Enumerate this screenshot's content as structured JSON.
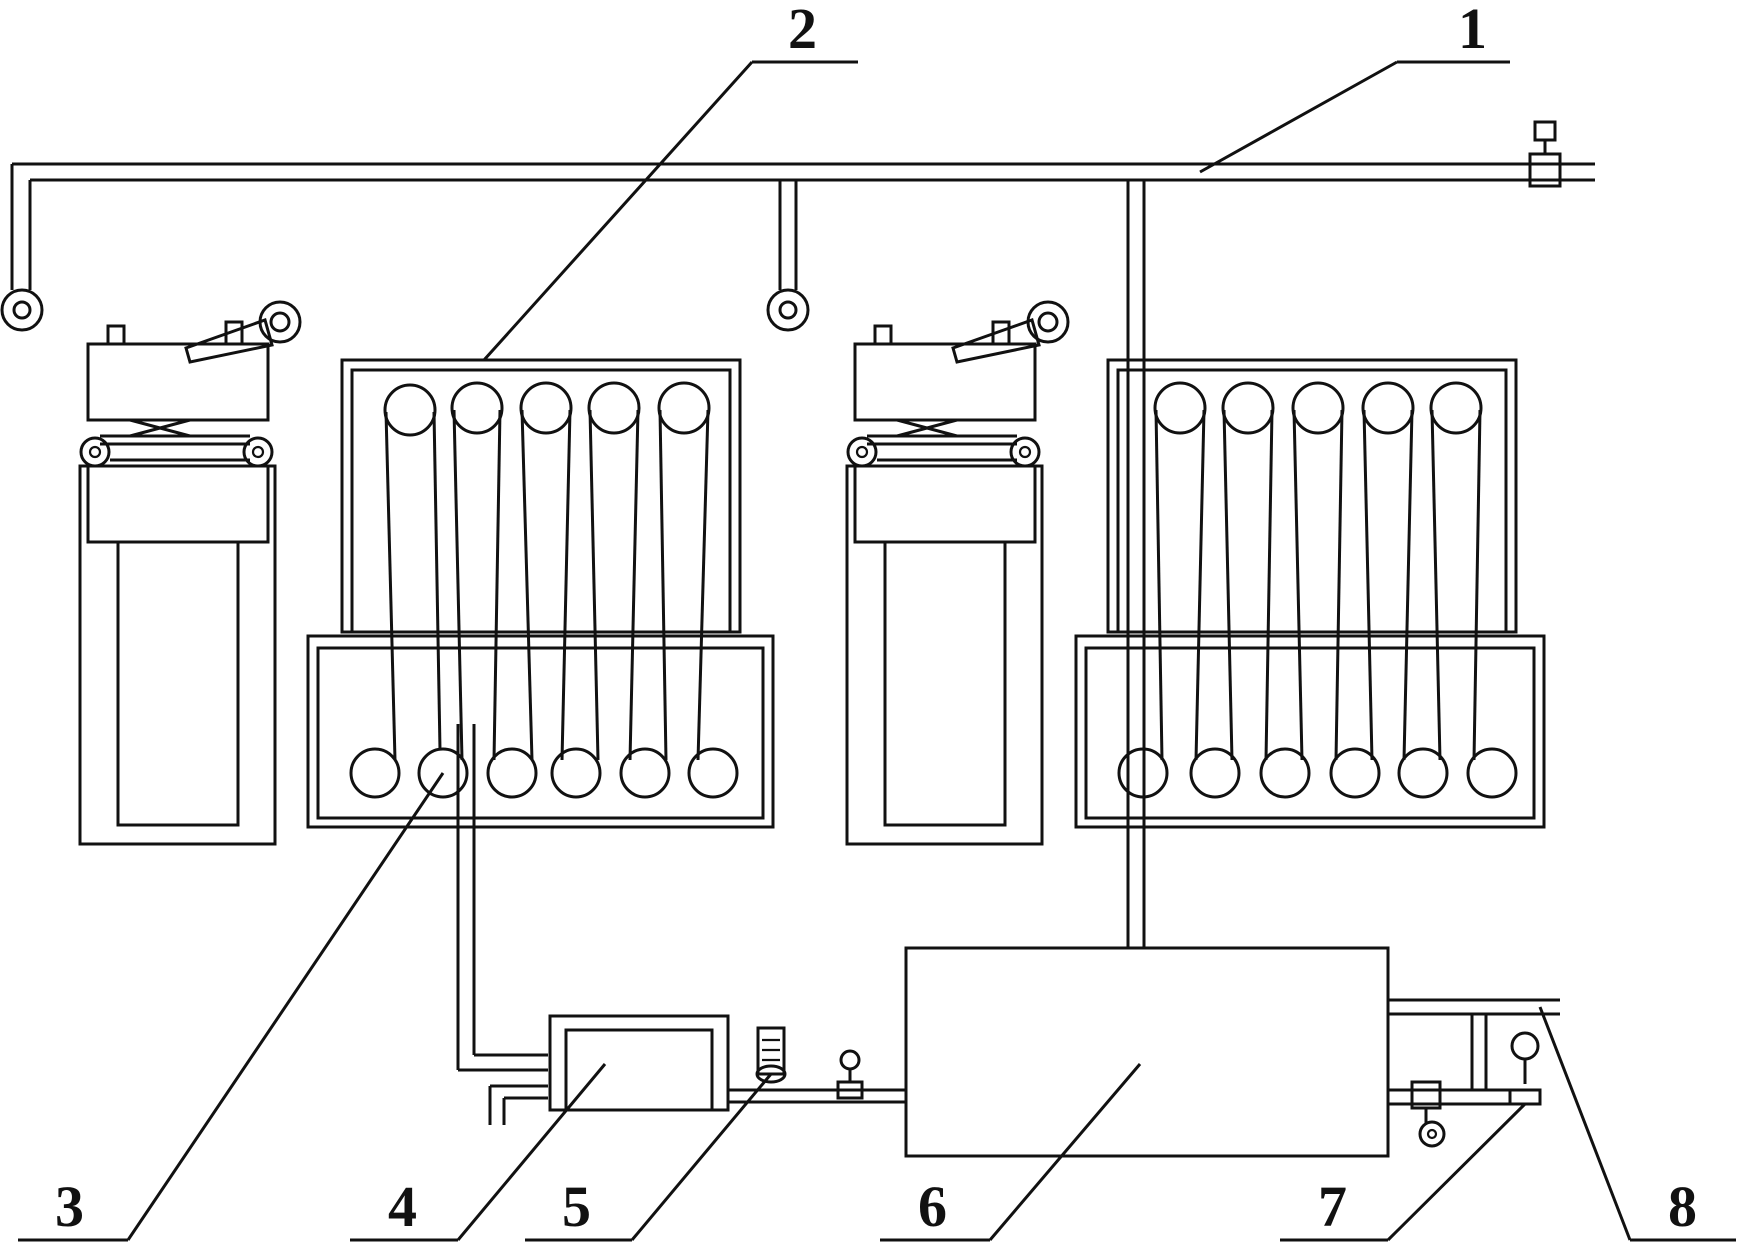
{
  "diagram": {
    "colors": {
      "line": "#111111",
      "background": "#ffffff"
    },
    "callouts": [
      {
        "id": "1",
        "label": "1"
      },
      {
        "id": "2",
        "label": "2"
      },
      {
        "id": "3",
        "label": "3"
      },
      {
        "id": "4",
        "label": "4"
      },
      {
        "id": "5",
        "label": "5"
      },
      {
        "id": "6",
        "label": "6"
      },
      {
        "id": "7",
        "label": "7"
      },
      {
        "id": "8",
        "label": "8"
      }
    ]
  }
}
